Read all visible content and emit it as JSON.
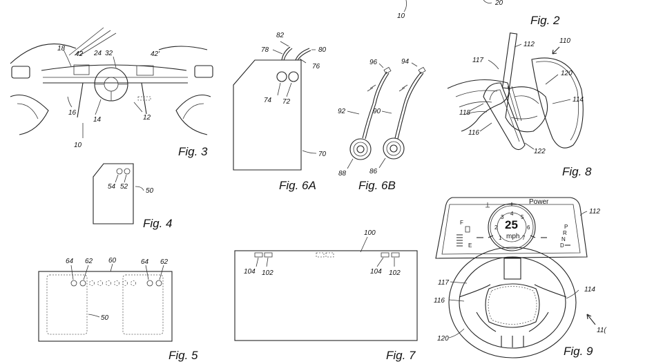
{
  "figures": {
    "fig2": {
      "caption": "Fig. 2",
      "refs": [
        "10",
        "20"
      ]
    },
    "fig3": {
      "caption": "Fig. 3",
      "refs": [
        "18",
        "42",
        "24",
        "32",
        "42'",
        "16",
        "14",
        "12",
        "10"
      ]
    },
    "fig4": {
      "caption": "Fig. 4",
      "refs": [
        "54",
        "52",
        "50"
      ]
    },
    "fig5": {
      "caption": "Fig. 5",
      "refs": [
        "64",
        "62",
        "60",
        "64",
        "62",
        "50"
      ]
    },
    "fig6a": {
      "caption": "Fig. 6A",
      "refs": [
        "82",
        "78",
        "80",
        "76",
        "74",
        "72",
        "70"
      ]
    },
    "fig6b": {
      "caption": "Fig. 6B",
      "refs": [
        "96",
        "94",
        "92",
        "90",
        "88",
        "86"
      ]
    },
    "fig7": {
      "caption": "Fig. 7",
      "refs": [
        "100",
        "104",
        "102",
        "104",
        "102"
      ]
    },
    "fig8": {
      "caption": "Fig. 8",
      "refs": [
        "112",
        "110",
        "117",
        "120",
        "114",
        "118",
        "116",
        "122"
      ]
    },
    "fig9": {
      "caption": "Fig. 9",
      "refs": [
        "112",
        "117",
        "114",
        "116",
        "120",
        "11("
      ],
      "cluster": {
        "power_label": "Power",
        "speed": "25",
        "unit": "mph",
        "dial_numbers": [
          "1",
          "2",
          "3",
          "4",
          "5",
          "6",
          "7"
        ],
        "fuel_full": "F",
        "fuel_empty": "E",
        "gears": [
          "P",
          "R",
          "N",
          "D"
        ]
      }
    }
  }
}
